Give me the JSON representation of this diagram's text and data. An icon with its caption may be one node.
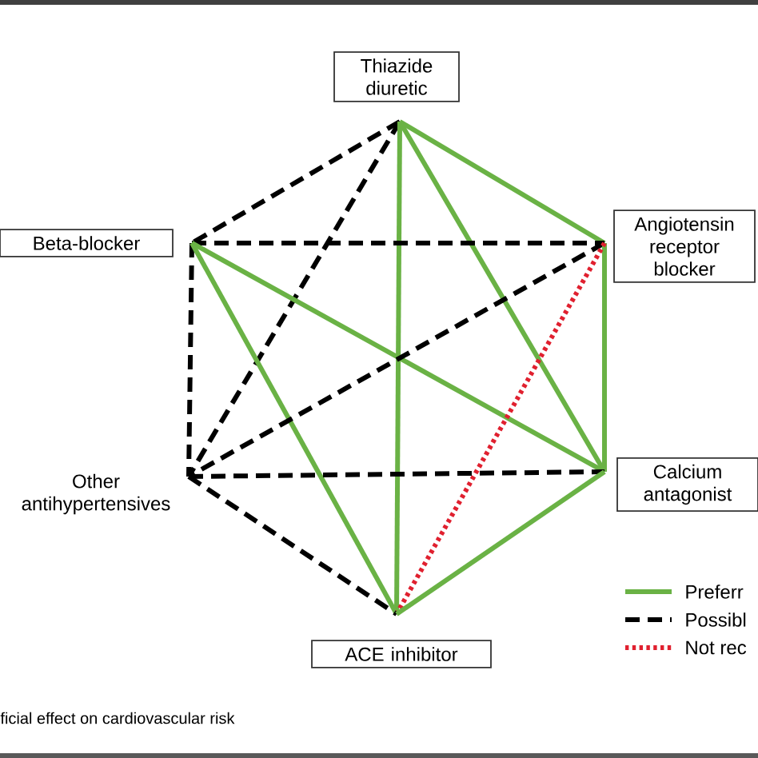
{
  "diagram": {
    "nodes": [
      {
        "text": [
          "Thiazide diuretic"
        ]
      },
      {
        "text": [
          "Beta-blocker"
        ]
      },
      {
        "text": [
          "Angiotensin receptor blocker"
        ]
      },
      {
        "text": [
          "Other antihypertensives"
        ]
      },
      {
        "text": [
          "Calcium antagonist"
        ]
      },
      {
        "text": [
          "ACE inhibitor"
        ]
      }
    ],
    "edges": [
      {
        "from": 0,
        "to": 1,
        "arrow": "none",
        "style": "dashed",
        "color": "#000000"
      },
      {
        "from": 0,
        "to": 3,
        "arrow": "none",
        "style": "dashed",
        "color": "#000000"
      },
      {
        "from": 0,
        "to": 2,
        "arrow": "none",
        "color": "#6ab245"
      },
      {
        "from": 0,
        "to": 5,
        "arrow": "none",
        "color": "#6ab245"
      },
      {
        "from": 0,
        "to": 4,
        "arrow": "none",
        "color": "#6ab245"
      },
      {
        "from": 1,
        "to": 2,
        "arrow": "none",
        "style": "dashed",
        "color": "#000000"
      },
      {
        "from": 1,
        "to": 3,
        "arrow": "none",
        "style": "dashed",
        "color": "#000000"
      },
      {
        "from": 1,
        "to": 4,
        "arrow": "none",
        "color": "#6ab245"
      },
      {
        "from": 1,
        "to": 5,
        "arrow": "none",
        "color": "#6ab245"
      },
      {
        "from": 2,
        "to": 3,
        "arrow": "none",
        "style": "dashed",
        "color": "#000000"
      },
      {
        "from": 2,
        "to": 4,
        "arrow": "none",
        "color": "#6ab245"
      },
      {
        "from": 2,
        "to": 5,
        "arrow": "none",
        "style": "dashed",
        "color": "#e0202f"
      },
      {
        "from": 3,
        "to": 4,
        "arrow": "none",
        "style": "dashed",
        "color": "#000000"
      },
      {
        "from": 3,
        "to": 5,
        "arrow": "none",
        "style": "dashed",
        "color": "#000000"
      },
      {
        "from": 4,
        "to": 5,
        "arrow": "none",
        "color": "#6ab245"
      }
    ],
    "labels": [
      "ficial effect on cardiovascular risk"
    ],
    "legend": [
      {
        "text": "Preferr"
      },
      {
        "text": "Possibl"
      },
      {
        "text": "Not rec"
      }
    ]
  }
}
